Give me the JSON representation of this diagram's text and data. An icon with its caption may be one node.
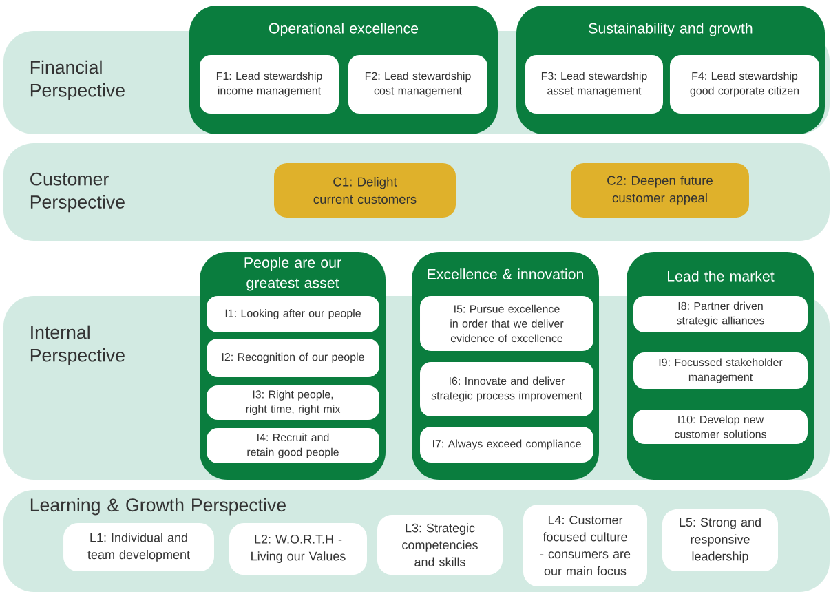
{
  "diagram": {
    "nodes": [
      {
        "text": [
          "Financial Perspective"
        ]
      },
      {
        "text": [
          "Operational excellence"
        ]
      },
      {
        "text": [
          "F1: Lead stewardship income management"
        ],
        "in": 1
      },
      {
        "text": [
          "F2: Lead stewardship cost management"
        ],
        "in": 1
      },
      {
        "text": [
          "Sustainability and growth"
        ]
      },
      {
        "text": [
          "F3: Lead stewardship asset management"
        ],
        "in": 4
      },
      {
        "text": [
          "F4: Lead stewardship good corporate citizen"
        ],
        "in": 4
      },
      {
        "text": [
          "Customer Perspective"
        ]
      },
      {
        "text": [
          "C1: Delight current customers"
        ],
        "in": 7
      },
      {
        "text": [
          "C2: Deepen future customer appeal"
        ],
        "in": 7
      },
      {
        "text": [
          "Internal Perspective"
        ]
      },
      {
        "text": [
          "People are our greatest asset"
        ]
      },
      {
        "text": [
          "I1: Looking after our people"
        ],
        "in": 11
      },
      {
        "text": [
          "I2: Recognition of our people"
        ],
        "in": 11
      },
      {
        "text": [
          "I3: Right people, right time, right mix"
        ],
        "in": 11
      },
      {
        "text": [
          "I4: Recruit and retain good people"
        ],
        "in": 11
      },
      {
        "text": [
          "Excellence & innovation"
        ]
      },
      {
        "text": [
          "I5: Pursue excellence in order that we deliver evidence of excellence"
        ],
        "in": 16
      },
      {
        "text": [
          "I6: Innovate and deliver strategic process improvement"
        ],
        "in": 16
      },
      {
        "text": [
          "I7: Always exceed compliance"
        ],
        "in": 16
      },
      {
        "text": [
          "Lead the market"
        ]
      },
      {
        "text": [
          "I8: Partner driven strategic alliances"
        ],
        "in": 20
      },
      {
        "text": [
          "I9: Focussed stakeholder management"
        ],
        "in": 20
      },
      {
        "text": [
          "I10: Develop new customer solutions"
        ],
        "in": 20
      },
      {
        "text": [
          "Learning & Growth Perspective"
        ]
      },
      {
        "text": [
          "L1: Individual and team development"
        ],
        "in": 24
      },
      {
        "text": [
          "L2: W.O.R.T.H - Living our Values"
        ],
        "in": 24
      },
      {
        "text": [
          "L3: Strategic competencies and skills"
        ],
        "in": 24
      },
      {
        "text": [
          "L4: Customer focused culture - consumers are our main focus"
        ],
        "in": 24
      },
      {
        "text": [
          "L5: Strong and responsive leadership"
        ],
        "in": 24
      }
    ]
  }
}
